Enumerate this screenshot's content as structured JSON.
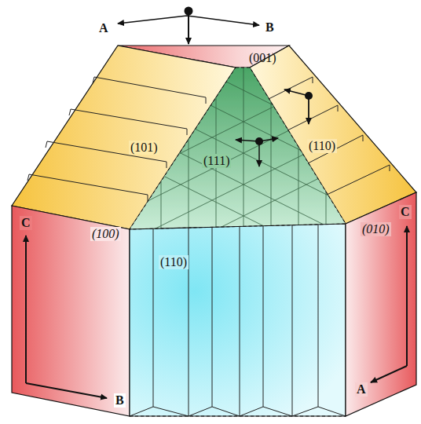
{
  "diagram": {
    "labels": [
      "A",
      "B",
      "(001)",
      "(101)",
      "(111)",
      "(110)",
      "(100)",
      "(010)",
      "C",
      "C",
      "(110)",
      "B",
      "A"
    ]
  }
}
